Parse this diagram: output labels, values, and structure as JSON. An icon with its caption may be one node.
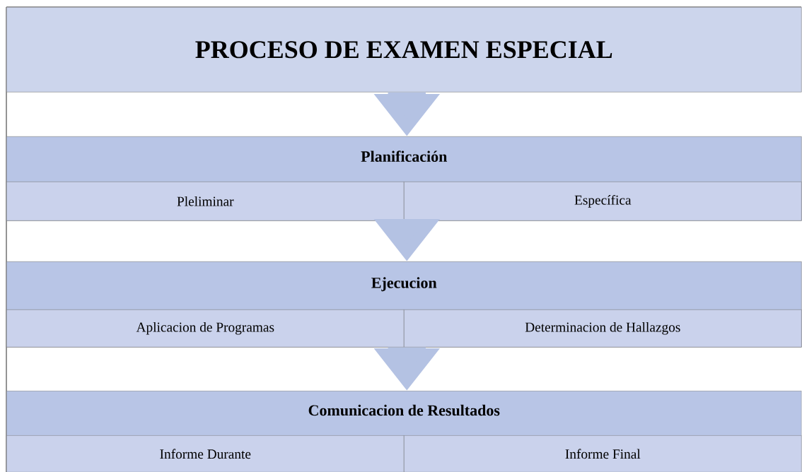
{
  "diagram": {
    "nodes": [
      {
        "text": [
          "PROCESO DE EXAMEN ESPECIAL"
        ]
      },
      {
        "text": [
          "Planificación"
        ]
      },
      {
        "text": [
          "Pleliminar"
        ],
        "in": 1
      },
      {
        "text": [
          "Específica"
        ],
        "in": 1
      },
      {
        "text": [
          "Ejecucion"
        ]
      },
      {
        "text": [
          "Aplicacion de Programas"
        ],
        "in": 4
      },
      {
        "text": [
          "Determinacion de Hallazgos"
        ],
        "in": 4
      },
      {
        "text": [
          "Comunicacion de Resultados"
        ]
      },
      {
        "text": [
          "Informe Durante"
        ],
        "in": 7
      },
      {
        "text": [
          "Informe Final"
        ],
        "in": 7
      }
    ],
    "edges": [
      {
        "from": 0,
        "to": 1,
        "arrow": "to"
      },
      {
        "from": 1,
        "to": 4,
        "arrow": "to"
      },
      {
        "from": 4,
        "to": 7,
        "arrow": "to"
      }
    ]
  }
}
